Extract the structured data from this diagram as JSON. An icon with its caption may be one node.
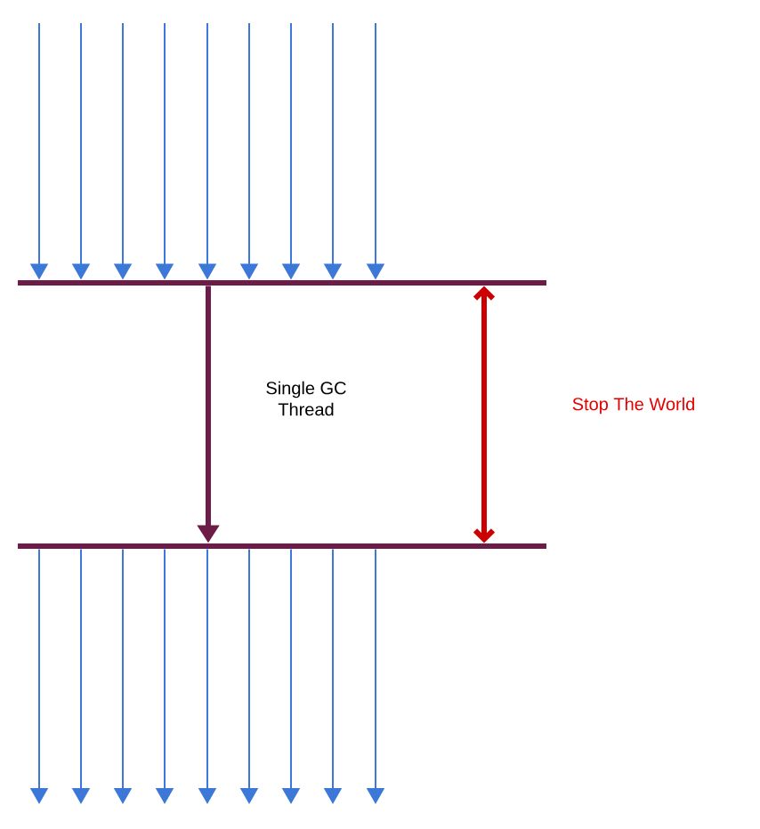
{
  "diagram": {
    "nodes": [
      {
        "text": [],
        "shape": "bar"
      },
      {
        "text": [],
        "shape": "bar"
      }
    ],
    "edges": [
      {
        "from": null,
        "to": 0,
        "arrow": "to"
      },
      {
        "from": null,
        "to": 0,
        "arrow": "to"
      },
      {
        "from": null,
        "to": 0,
        "arrow": "to"
      },
      {
        "from": null,
        "to": 0,
        "arrow": "to"
      },
      {
        "from": null,
        "to": 0,
        "arrow": "to"
      },
      {
        "from": null,
        "to": 0,
        "arrow": "to"
      },
      {
        "from": null,
        "to": 0,
        "arrow": "to"
      },
      {
        "from": null,
        "to": 0,
        "arrow": "to"
      },
      {
        "from": null,
        "to": 0,
        "arrow": "to"
      },
      {
        "from": 0,
        "to": 1,
        "arrow": "to",
        "style": "thick",
        "color": "#6d1b47"
      },
      {
        "from": 0,
        "to": 1,
        "arrow": "both",
        "style": "thick",
        "color": "#cc0000"
      },
      {
        "from": 1,
        "to": null,
        "arrow": "to"
      },
      {
        "from": 1,
        "to": null,
        "arrow": "to"
      },
      {
        "from": 1,
        "to": null,
        "arrow": "to"
      },
      {
        "from": 1,
        "to": null,
        "arrow": "to"
      },
      {
        "from": 1,
        "to": null,
        "arrow": "to"
      },
      {
        "from": 1,
        "to": null,
        "arrow": "to"
      },
      {
        "from": 1,
        "to": null,
        "arrow": "to"
      },
      {
        "from": 1,
        "to": null,
        "arrow": "to"
      },
      {
        "from": 1,
        "to": null,
        "arrow": "to"
      }
    ],
    "labels": [
      "Single GC Thread",
      "Stop The World"
    ]
  }
}
